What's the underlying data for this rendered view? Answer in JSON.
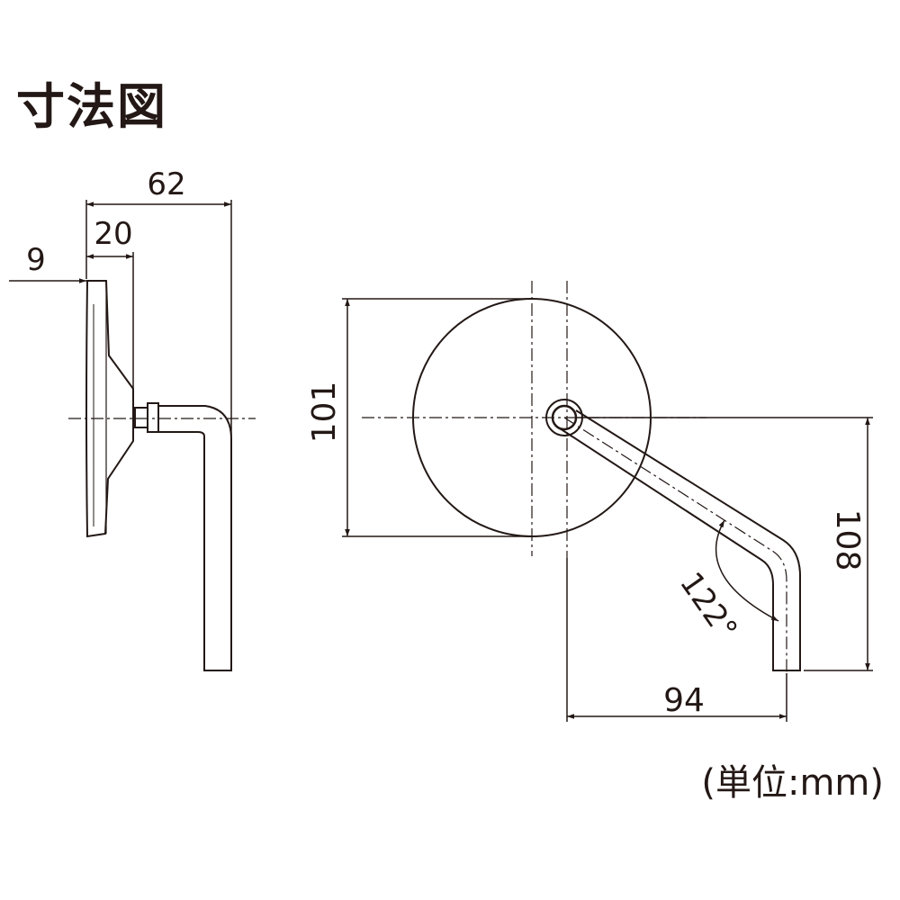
{
  "title": "寸法図",
  "unit_note": "(単位:mm)",
  "dimensions": {
    "overall_depth": "62",
    "mount_depth": "20",
    "mirror_thickness": "9",
    "mirror_diameter": "101",
    "height": "108",
    "width": "94",
    "angle": "122°"
  }
}
